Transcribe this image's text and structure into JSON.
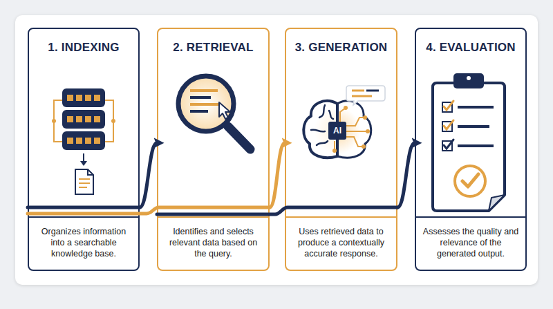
{
  "diagram": {
    "nodes": [
      {
        "text": [
          "1. INDEXING",
          "Organizes information into a searchable knowledge base."
        ]
      },
      {
        "text": [
          "2. RETRIEVAL",
          "Identifies and selects relevant data based on the query."
        ]
      },
      {
        "text": [
          "3. GENERATION",
          "Uses retrieved data to produce a contextually accurate response."
        ]
      },
      {
        "text": [
          "4. EVALUATION",
          "Assesses the quality and relevance of the generated output."
        ]
      }
    ],
    "edges": [
      {
        "from": 0,
        "to": 1,
        "arrow": "to"
      },
      {
        "from": 1,
        "to": 2,
        "arrow": "to"
      },
      {
        "from": 2,
        "to": 3,
        "arrow": "to"
      }
    ],
    "labels": [
      "AI"
    ]
  }
}
